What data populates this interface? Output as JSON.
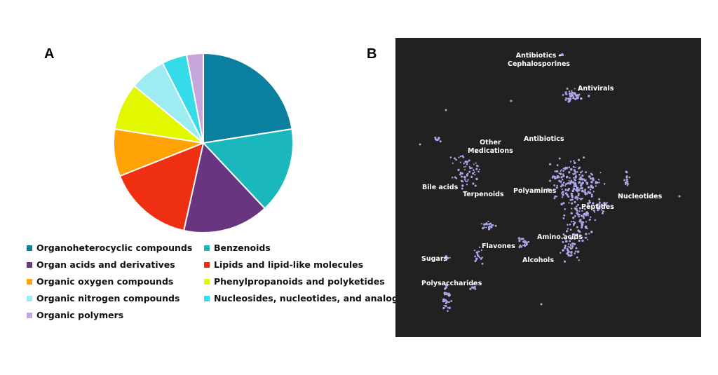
{
  "panels": {
    "a_label": "A",
    "b_label": "B"
  },
  "chart_data": [
    {
      "type": "pie",
      "panel": "A",
      "slices": [
        {
          "label": "Organoheterocyclic compounds",
          "value": 22.5,
          "color": "#0a7fa0"
        },
        {
          "label": "Benzenoids",
          "value": 15.5,
          "color": "#1ab8bd"
        },
        {
          "label": "Organ acids and derivatives",
          "value": 15.5,
          "color": "#693580"
        },
        {
          "label": "Lipids and lipid-like molecules",
          "value": 15.5,
          "color": "#ee2f12"
        },
        {
          "label": "Organic oxygen compounds",
          "value": 8.5,
          "color": "#ffa304"
        },
        {
          "label": "Phenylpropanoids and polyketides",
          "value": 8.5,
          "color": "#e2f800"
        },
        {
          "label": "Organic nitrogen compounds",
          "value": 6.5,
          "color": "#9cecf2"
        },
        {
          "label": "Nucleosides, nucleotides, and analogues",
          "value": 4.5,
          "color": "#36dbea"
        },
        {
          "label": "Organic polymers",
          "value": 3.0,
          "color": "#c4a6dc"
        }
      ],
      "legend_position": "bottom"
    },
    {
      "type": "scatter",
      "panel": "B",
      "background": "#222020",
      "point_color": "#a9a7e8",
      "cluster_labels": [
        {
          "text": "Antibiotics –\nCephalosporines"
        },
        {
          "text": "Antivirals"
        },
        {
          "text": "Other\nMedications"
        },
        {
          "text": "Antibiotics"
        },
        {
          "text": "Bile acids"
        },
        {
          "text": "Terpenoids"
        },
        {
          "text": "Polyamines"
        },
        {
          "text": "Nucleotides"
        },
        {
          "text": "Peptides"
        },
        {
          "text": "Amino acids"
        },
        {
          "text": "Flavones"
        },
        {
          "text": "Sugars"
        },
        {
          "text": "Alcohols"
        },
        {
          "text": "Polysaccharides"
        }
      ]
    }
  ]
}
